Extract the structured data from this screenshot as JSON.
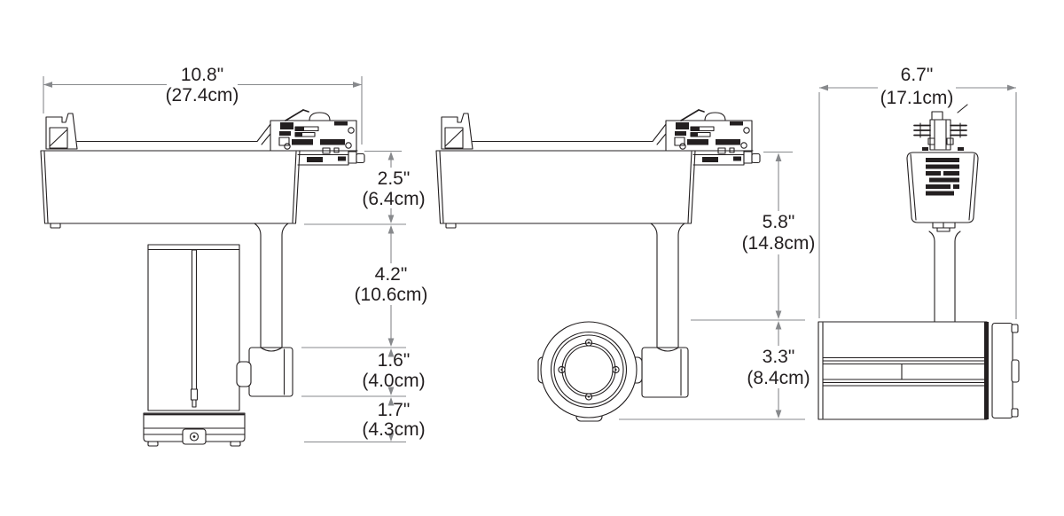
{
  "drawing": {
    "subject": "Track light fixture dimensional drawing - three orthographic views",
    "background": "#ffffff",
    "line_color": "#231f20",
    "dimension_color": "#87898c"
  },
  "dimensions": {
    "overall_width": {
      "inches": "10.8\"",
      "metric": "(27.4cm)"
    },
    "housing_height": {
      "inches": "2.5\"",
      "metric": "(6.4cm)"
    },
    "stem_drop": {
      "inches": "4.2\"",
      "metric": "(10.6cm)"
    },
    "knuckle_height": {
      "inches": "1.6\"",
      "metric": "(4.0cm)"
    },
    "lamp_face_depth": {
      "inches": "1.7\"",
      "metric": "(4.3cm)"
    },
    "suspension_height": {
      "inches": "5.8\"",
      "metric": "(14.8cm)"
    },
    "lamp_body_height": {
      "inches": "3.3\"",
      "metric": "(8.4cm)"
    },
    "side_width": {
      "inches": "6.7\"",
      "metric": "(17.1cm)"
    }
  }
}
